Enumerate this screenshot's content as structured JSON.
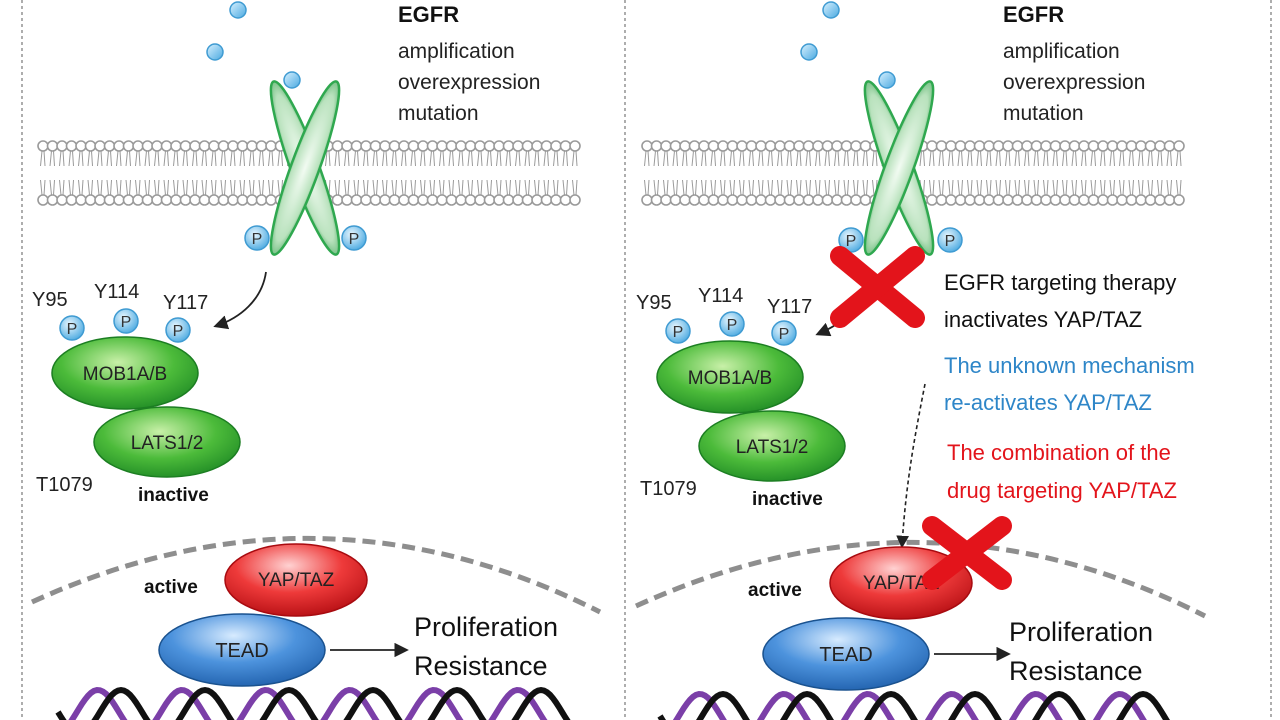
{
  "panels": [
    {
      "id": "left",
      "receptor": {
        "title": "EGFR",
        "notes": [
          "amplification",
          "overexpression",
          "mutation"
        ]
      },
      "phospho_label": "P",
      "mob1_sites": [
        "Y95",
        "Y114",
        "Y117"
      ],
      "mob1_label": "MOB1A/B",
      "lats_label": "LATS1/2",
      "lats_site": "T1079",
      "lats_state": "inactive",
      "yap_state": "active",
      "yap_label": "YAP/TAZ",
      "tead_label": "TEAD",
      "outcomes": [
        "Proliferation",
        "Resistance"
      ]
    },
    {
      "id": "right",
      "receptor": {
        "title": "EGFR",
        "notes": [
          "amplification",
          "overexpression",
          "mutation"
        ]
      },
      "phospho_label": "P",
      "mob1_sites": [
        "Y95",
        "Y114",
        "Y117"
      ],
      "mob1_label": "MOB1A/B",
      "lats_label": "LATS1/2",
      "lats_site": "T1079",
      "lats_state": "inactive",
      "yap_state": "active",
      "yap_label": "YAP/TAZ",
      "tead_label": "TEAD",
      "outcomes": [
        "Proliferation",
        "Resistance"
      ],
      "therapy_text": [
        "EGFR targeting therapy",
        "inactivates YAP/TAZ"
      ],
      "unknown_text": [
        "The unknown mechanism",
        "re-activates YAP/TAZ"
      ],
      "combo_text": [
        "The combination of the",
        "drug targeting YAP/TAZ"
      ]
    }
  ],
  "colors": {
    "ligand": "#5ab4e6",
    "receptor": "#2fa84f",
    "membrane": "#9a9a9a",
    "mob1_lats": "#3fb13c",
    "yap": "#e5242b",
    "tead": "#3a7fcf",
    "inhibit_x": "#e3141b",
    "unknown_text": "#2e86c8",
    "combo_text": "#e3141b",
    "dna_purple": "#7b3fa8",
    "dna_black": "#111111"
  }
}
